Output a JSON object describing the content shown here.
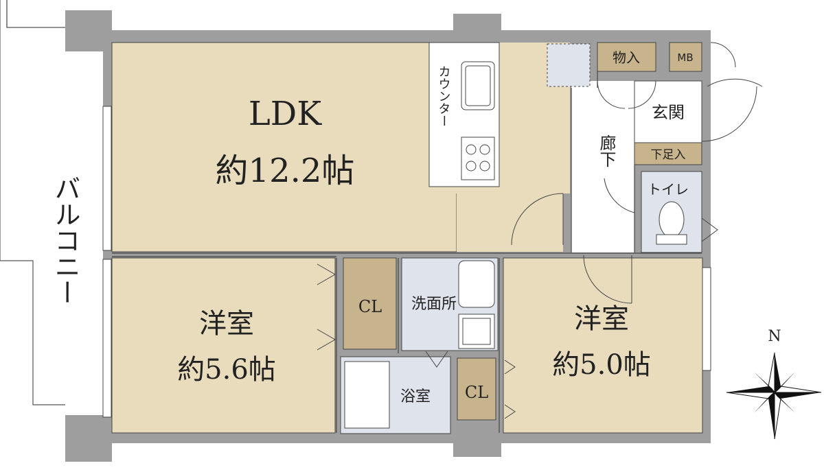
{
  "colors": {
    "wall": "#9e9e9e",
    "room": "#e9dcbd",
    "storage": "#c8b48c",
    "wet": "#dfe3ec",
    "hall": "#ffffff",
    "line": "#444444"
  },
  "rooms": {
    "ldk": {
      "name": "LDK",
      "size": "約12.2帖"
    },
    "western_left": {
      "name": "洋室",
      "size": "約5.6帖"
    },
    "western_right": {
      "name": "洋室",
      "size": "約5.0帖"
    },
    "washroom": {
      "name": "洗面所"
    },
    "bathroom": {
      "name": "浴室"
    },
    "toilet": {
      "name": "トイレ"
    },
    "entrance": {
      "name": "玄関"
    },
    "corridor": {
      "name": "廊下"
    },
    "storage": {
      "name": "物入"
    },
    "shoe_storage": {
      "name": "下足入"
    },
    "meter_box": {
      "name": "MB"
    },
    "closet_left": {
      "name": "CL"
    },
    "closet_right": {
      "name": "CL"
    },
    "counter": {
      "name": "カウンター"
    }
  },
  "balcony": {
    "name": "バルコニー"
  },
  "compass": {
    "north": "N"
  }
}
